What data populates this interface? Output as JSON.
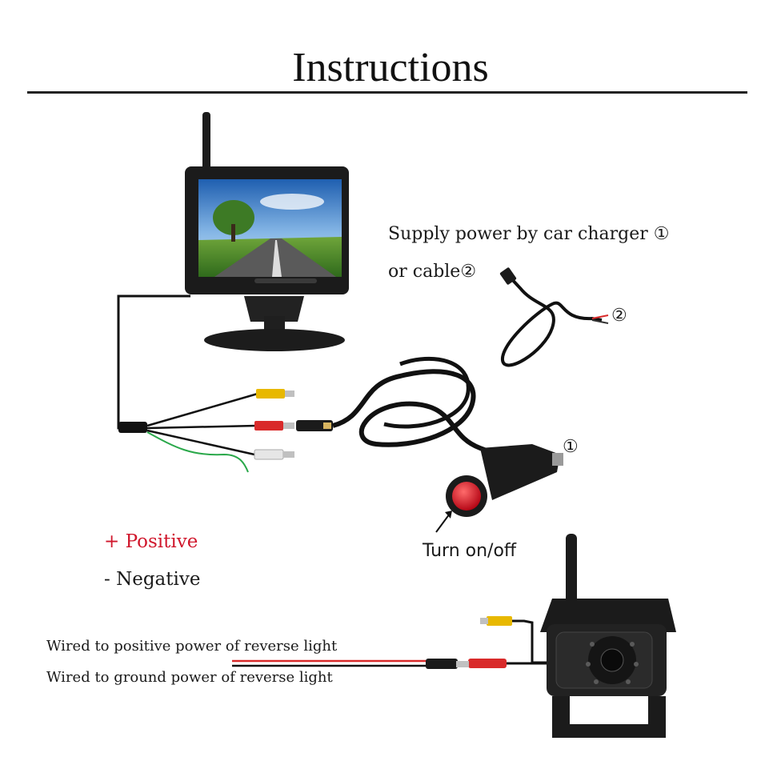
{
  "title": "Instructions",
  "power": {
    "supply_label": "Supply power by car charger ①",
    "cable_label": "or cable②",
    "cable_marker": "②",
    "charger_marker": "①",
    "switch_label": "Turn on/off"
  },
  "legend": {
    "positive": "+ Positive",
    "negative": "- Negative"
  },
  "wiring": {
    "positive_wire": "Wired to positive power of reverse light",
    "ground_wire": "Wired to ground power  of reverse light"
  },
  "colors": {
    "positive": "#d0172c",
    "rca_video": "#e8b800",
    "rca_power": "#d92a2a",
    "rca_audio": "#e6e6e6",
    "ground_wire": "#2aa84a",
    "equipment": "#1b1b1b"
  },
  "icons": {
    "monitor": "monitor-icon",
    "camera": "camera-icon",
    "charger": "car-charger-icon",
    "cable": "dc-cable-icon"
  }
}
